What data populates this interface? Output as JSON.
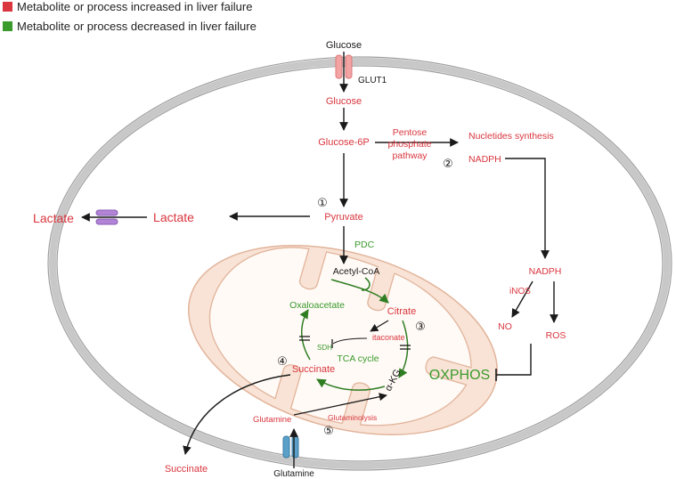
{
  "colors": {
    "increased": "#d9363e",
    "decreased": "#3a9a2c",
    "neutral": "#1a1a1a",
    "membrane": "#bdbdbd",
    "mito_fill": "#f7e0d3",
    "mito_stroke": "#e8b9a0",
    "glut1": "#f4a3a3",
    "lactate_transporter": "#b184d6",
    "glutamine_transporter": "#5aa0c8"
  },
  "legend": {
    "increased_label": "Metabolite or process increased in liver failure",
    "decreased_label": "Metabolite or process decreased in liver failure"
  },
  "labels": {
    "glucose_outside": "Glucose",
    "glut1": "GLUT1",
    "glucose_inside": "Glucose",
    "glucose_6p": "Glucose-6P",
    "ppp_line1": "Pentose",
    "ppp_line2": "phosphate",
    "ppp_line3": "pathway",
    "nucleotides": "Nucletides synthesis",
    "nadph_top": "NADPH",
    "pyruvate": "Pyruvate",
    "lactate_inside": "Lactate",
    "lactate_outside": "Lactate",
    "pdc": "PDC",
    "acetyl_coa": "Acetyl-CoA",
    "oxaloacetate": "Oxaloacetate",
    "citrate": "Citrate",
    "itaconate": "itaconate",
    "sdh": "SDH",
    "tca_cycle": "TCA cycle",
    "succinate_inside": "Succinate",
    "akg": "α-KG",
    "glutamine_inside": "Glutamine",
    "glutaminolysis": "Glutaminolysis",
    "glutamine_outside": "Glutamine",
    "succinate_outside": "Succinate",
    "nadph_right": "NADPH",
    "inos": "iNOS",
    "no": "NO",
    "ros": "ROS",
    "oxphos": "OXPHOS"
  },
  "step_markers": {
    "one": "①",
    "two": "②",
    "three": "③",
    "four": "④",
    "five": "⑤"
  }
}
